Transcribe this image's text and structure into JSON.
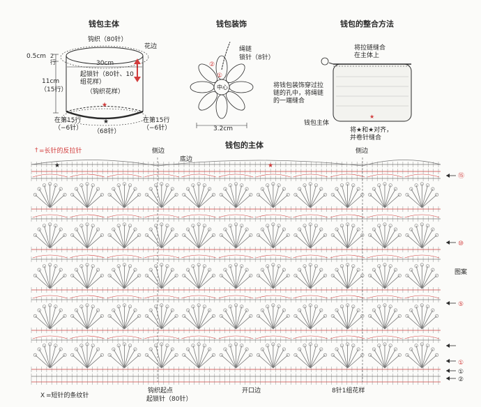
{
  "sections": {
    "main_body_title": "钱包主体",
    "decoration_title": "钱包装饰",
    "assembly_title": "钱包的整合方法",
    "chart_title": "钱包的主体"
  },
  "main_body": {
    "crochet_80": "钩织（80针）",
    "border": "花边",
    "h_05cm": "0.5cm",
    "h_2rows": "2行",
    "width_30cm": "30cm",
    "h_11cm": "11cm",
    "h_15rows": "（15行）",
    "start_chain": "起锁针（80针、10组花样）",
    "pattern": "（钩织花样）",
    "left_dec": "在第15行（−6针）",
    "right_dec": "在第15行（−6针）",
    "bottom_68": "（68针）"
  },
  "decoration": {
    "chain": "绳链",
    "chain_count": "锁针（8针）",
    "center": "中心",
    "width": "3.2cm",
    "num1": "①",
    "num2": "②"
  },
  "assembly": {
    "sew_top": "将拉链缝合在主体上",
    "thread_through": "将钱包装饰穿过拉链的孔中，将绳链的一端缝合",
    "body_label": "钱包主体",
    "align": "将★和★对齐，并卷针缝合"
  },
  "chart": {
    "legend_long": "=长针的反拉针",
    "legend_short": "=短针的条纹针",
    "side_left": "侧边",
    "side_right": "侧边",
    "bottom_edge": "底边",
    "start_point": "钩织起点",
    "start_chain": "起锁针（80针）",
    "opening": "开口边",
    "repeat": "8针1组花样",
    "pattern_label": "图案",
    "row15": "⑮",
    "row10": "⑩",
    "row5": "⑤",
    "row1": "①",
    "row1b": "①",
    "row2": "②"
  },
  "colors": {
    "red": "#d23c3c",
    "ink": "#2a2a2a",
    "chart_gray": "#777777"
  }
}
